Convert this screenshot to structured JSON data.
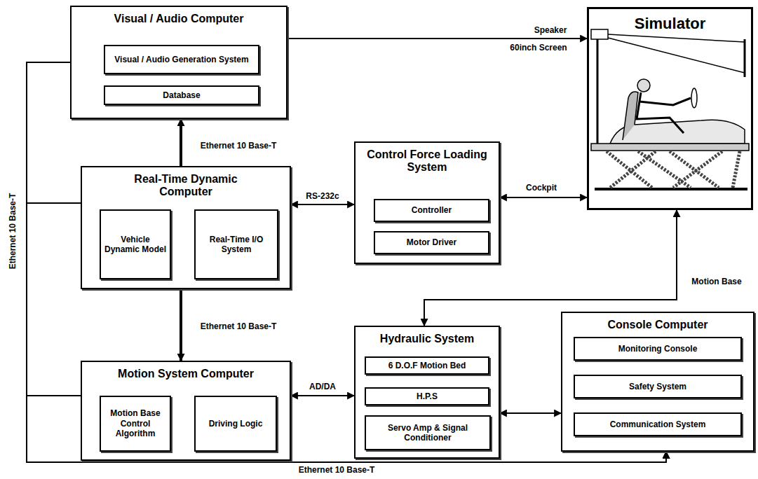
{
  "diagram": {
    "nodes": [
      {
        "text": [
          "Visual / Audio Computer"
        ]
      },
      {
        "text": [
          "Visual / Audio Generation System"
        ],
        "in": 0
      },
      {
        "text": [
          "Database"
        ],
        "in": 0
      },
      {
        "text": [
          "Simulator"
        ]
      },
      {
        "text": [
          "Real-Time Dynamic Computer"
        ]
      },
      {
        "text": [
          "Vehicle Dynamic Model"
        ],
        "in": 4
      },
      {
        "text": [
          "Real-Time I/O System"
        ],
        "in": 4
      },
      {
        "text": [
          "Control Force Loading System"
        ]
      },
      {
        "text": [
          "Controller"
        ],
        "in": 7
      },
      {
        "text": [
          "Motor Driver"
        ],
        "in": 7
      },
      {
        "text": [
          "Motion System Computer"
        ]
      },
      {
        "text": [
          "Motion Base Control Algorithm"
        ],
        "in": 10
      },
      {
        "text": [
          "Driving Logic"
        ],
        "in": 10
      },
      {
        "text": [
          "Hydraulic System"
        ]
      },
      {
        "text": [
          "6 D.O.F Motion Bed"
        ],
        "in": 13
      },
      {
        "text": [
          "H.P.S"
        ],
        "in": 13
      },
      {
        "text": [
          "Servo Amp & Signal Conditioner"
        ],
        "in": 13
      },
      {
        "text": [
          "Console Computer"
        ]
      },
      {
        "text": [
          "Monitoring Console"
        ],
        "in": 17
      },
      {
        "text": [
          "Safety System"
        ],
        "in": 17
      },
      {
        "text": [
          "Communication System"
        ],
        "in": 17
      }
    ],
    "edges": [
      {
        "from": 0,
        "to": 3,
        "arrow": "to",
        "label": "Speaker"
      },
      {
        "from": 4,
        "to": 0,
        "arrow": "to",
        "label": "Ethernet 10 Base-T"
      },
      {
        "from": 4,
        "to": 10,
        "arrow": "to",
        "label": "Ethernet 10 Base-T"
      },
      {
        "from": 4,
        "to": 7,
        "arrow": "both",
        "label": "RS-232c"
      },
      {
        "from": 7,
        "to": 3,
        "arrow": "both",
        "label": "Cockpit"
      },
      {
        "from": 10,
        "to": 13,
        "arrow": "both",
        "label": "AD/DA"
      },
      {
        "from": 13,
        "to": 3,
        "arrow": "both",
        "label": "Motion Base"
      },
      {
        "from": 13,
        "to": 17,
        "arrow": "both"
      },
      {
        "from": 0,
        "to": 17,
        "arrow": "to"
      },
      {
        "from": 4,
        "to": 17,
        "arrow": "to"
      },
      {
        "from": 10,
        "to": 17,
        "arrow": "to"
      }
    ],
    "labels": [
      "60inch Screen",
      "Ethernet 10 Base-T",
      "Ethernet 10 Base-T"
    ]
  }
}
